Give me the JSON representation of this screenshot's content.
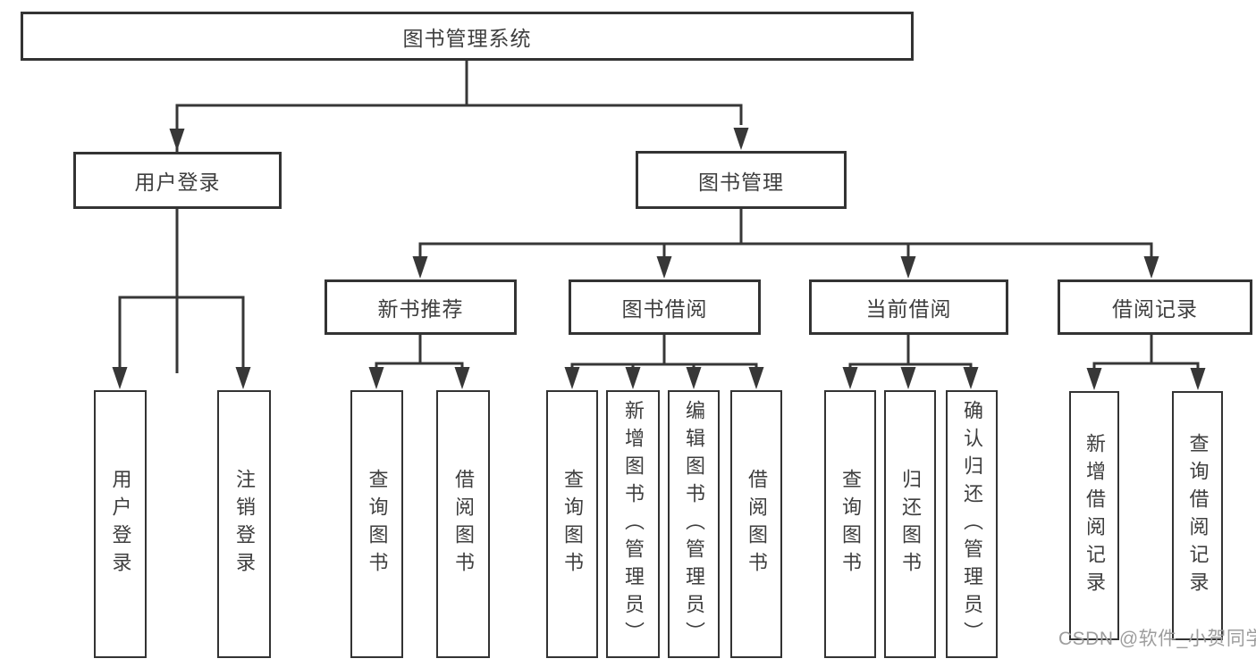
{
  "diagram": {
    "type": "hierarchy-tree",
    "nodes": {
      "root": "图书管理系统",
      "level2": [
        "用户登录",
        "图书管理"
      ],
      "level3": [
        "新书推荐",
        "图书借阅",
        "当前借阅",
        "借阅记录"
      ],
      "leaves_user": [
        "用户登录",
        "注销登录"
      ],
      "leaves_recommend": [
        "查询图书",
        "借阅图书"
      ],
      "leaves_borrow": [
        "查询图书",
        "新增图书（管理员）",
        "编辑图书（管理员）",
        "借阅图书"
      ],
      "leaves_current": [
        "查询图书",
        "归还图书",
        "确认归还（管理员）"
      ],
      "leaves_records": [
        "新增借阅记录",
        "查询借阅记录"
      ]
    },
    "edges": [
      [
        "图书管理系统",
        "用户登录"
      ],
      [
        "图书管理系统",
        "图书管理"
      ],
      [
        "用户登录",
        "用户登录"
      ],
      [
        "用户登录",
        "注销登录"
      ],
      [
        "图书管理",
        "新书推荐"
      ],
      [
        "图书管理",
        "图书借阅"
      ],
      [
        "图书管理",
        "当前借阅"
      ],
      [
        "图书管理",
        "借阅记录"
      ],
      [
        "新书推荐",
        "查询图书"
      ],
      [
        "新书推荐",
        "借阅图书"
      ],
      [
        "图书借阅",
        "查询图书"
      ],
      [
        "图书借阅",
        "新增图书（管理员）"
      ],
      [
        "图书借阅",
        "编辑图书（管理员）"
      ],
      [
        "图书借阅",
        "借阅图书"
      ],
      [
        "当前借阅",
        "查询图书"
      ],
      [
        "当前借阅",
        "归还图书"
      ],
      [
        "当前借阅",
        "确认归还（管理员）"
      ],
      [
        "借阅记录",
        "新增借阅记录"
      ],
      [
        "借阅记录",
        "查询借阅记录"
      ]
    ]
  },
  "watermark": "CSDN @软件_小贺同学",
  "colors": {
    "line": "#373737",
    "box_border": "#333333",
    "text": "#3e3e3e",
    "watermark": "#9d9d9d",
    "background": "#ffffff"
  }
}
